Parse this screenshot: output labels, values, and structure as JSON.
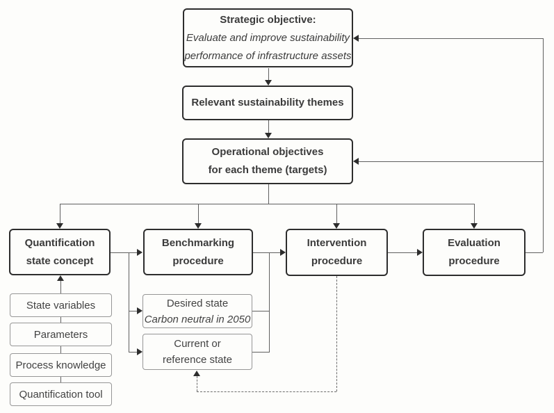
{
  "figure": {
    "type": "flowchart",
    "description": "Framework flow diagram: strategic objective to sustainability themes, operational objectives, and four procedures with state quantification inputs and feedback loops",
    "colors": {
      "background": "#fdfdfb",
      "main_box_border": "#2d2d2d",
      "sub_box_border": "#969696",
      "connector_line": "#5f5f5f",
      "dashed_line": "#6b6b6b",
      "text": "#3b3b3b"
    }
  },
  "boxes": {
    "strategic": {
      "title": "Strategic objective:",
      "subtitle1": "Evaluate and improve sustainability",
      "subtitle2": "performance of infrastructure assets"
    },
    "themes": {
      "label": "Relevant sustainability themes"
    },
    "operational": {
      "line1": "Operational objectives",
      "line2": "for each theme (targets)"
    },
    "quantification": {
      "line1": "Quantification",
      "line2": "state concept"
    },
    "benchmarking": {
      "line1": "Benchmarking",
      "line2": "procedure"
    },
    "intervention": {
      "line1": "Intervention",
      "line2": "procedure"
    },
    "evaluation": {
      "line1": "Evaluation",
      "line2": "procedure"
    },
    "state_variables": {
      "label": "State variables"
    },
    "parameters": {
      "label": "Parameters"
    },
    "process_knowledge": {
      "label": "Process knowledge"
    },
    "quantification_tool": {
      "label": "Quantification tool"
    },
    "desired_state": {
      "line1": "Desired state",
      "line2": "Carbon neutral in 2050"
    },
    "current_state": {
      "line1": "Current or",
      "line2": "reference state"
    }
  }
}
